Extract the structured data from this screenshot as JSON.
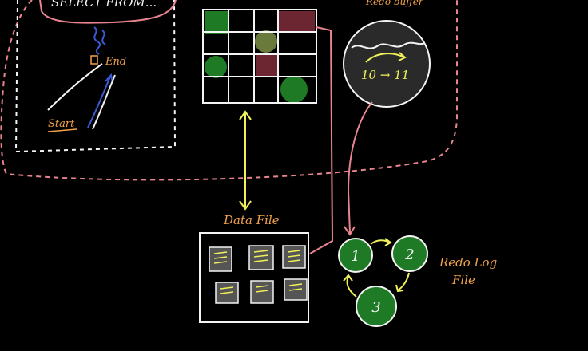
{
  "board": {
    "background": "#000000",
    "colors": {
      "white": "#f4f4f4",
      "pink": "#e9848f",
      "orange": "#f0a24a",
      "yellow": "#f0f05a",
      "green": "#1f7a25",
      "maroon": "#6b2632",
      "olive": "#6a7a3a",
      "blue": "#3b5bd6"
    }
  },
  "labels": {
    "query": "SELECT  FROM...",
    "end": "End",
    "start": "Start",
    "redo_buffer": "Redo buffer",
    "buffer_change": "10 → 11",
    "data_file": "Data File",
    "redo_log_line1": "Redo Log",
    "redo_log_line2": "File"
  },
  "redo_log_groups": [
    "1",
    "2",
    "3"
  ]
}
